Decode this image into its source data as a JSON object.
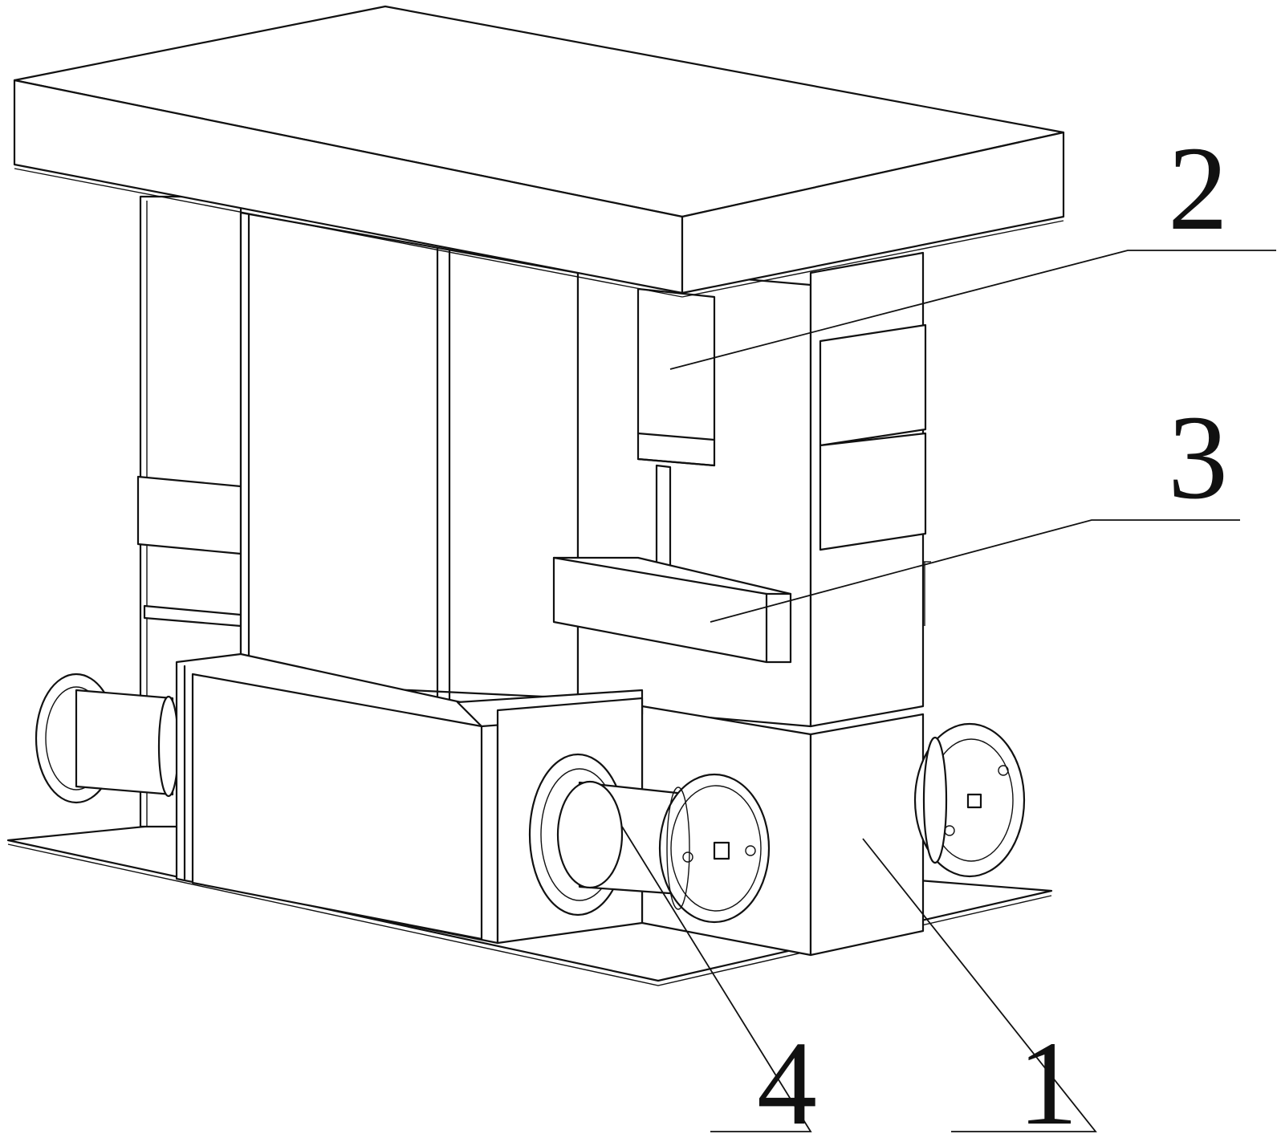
{
  "colors": {
    "line": "#111111",
    "background": "#ffffff"
  },
  "callouts": [
    {
      "id": "frame",
      "label": "1"
    },
    {
      "id": "cylinder",
      "label": "2"
    },
    {
      "id": "press-block",
      "label": "3"
    },
    {
      "id": "roller",
      "label": "4"
    }
  ]
}
